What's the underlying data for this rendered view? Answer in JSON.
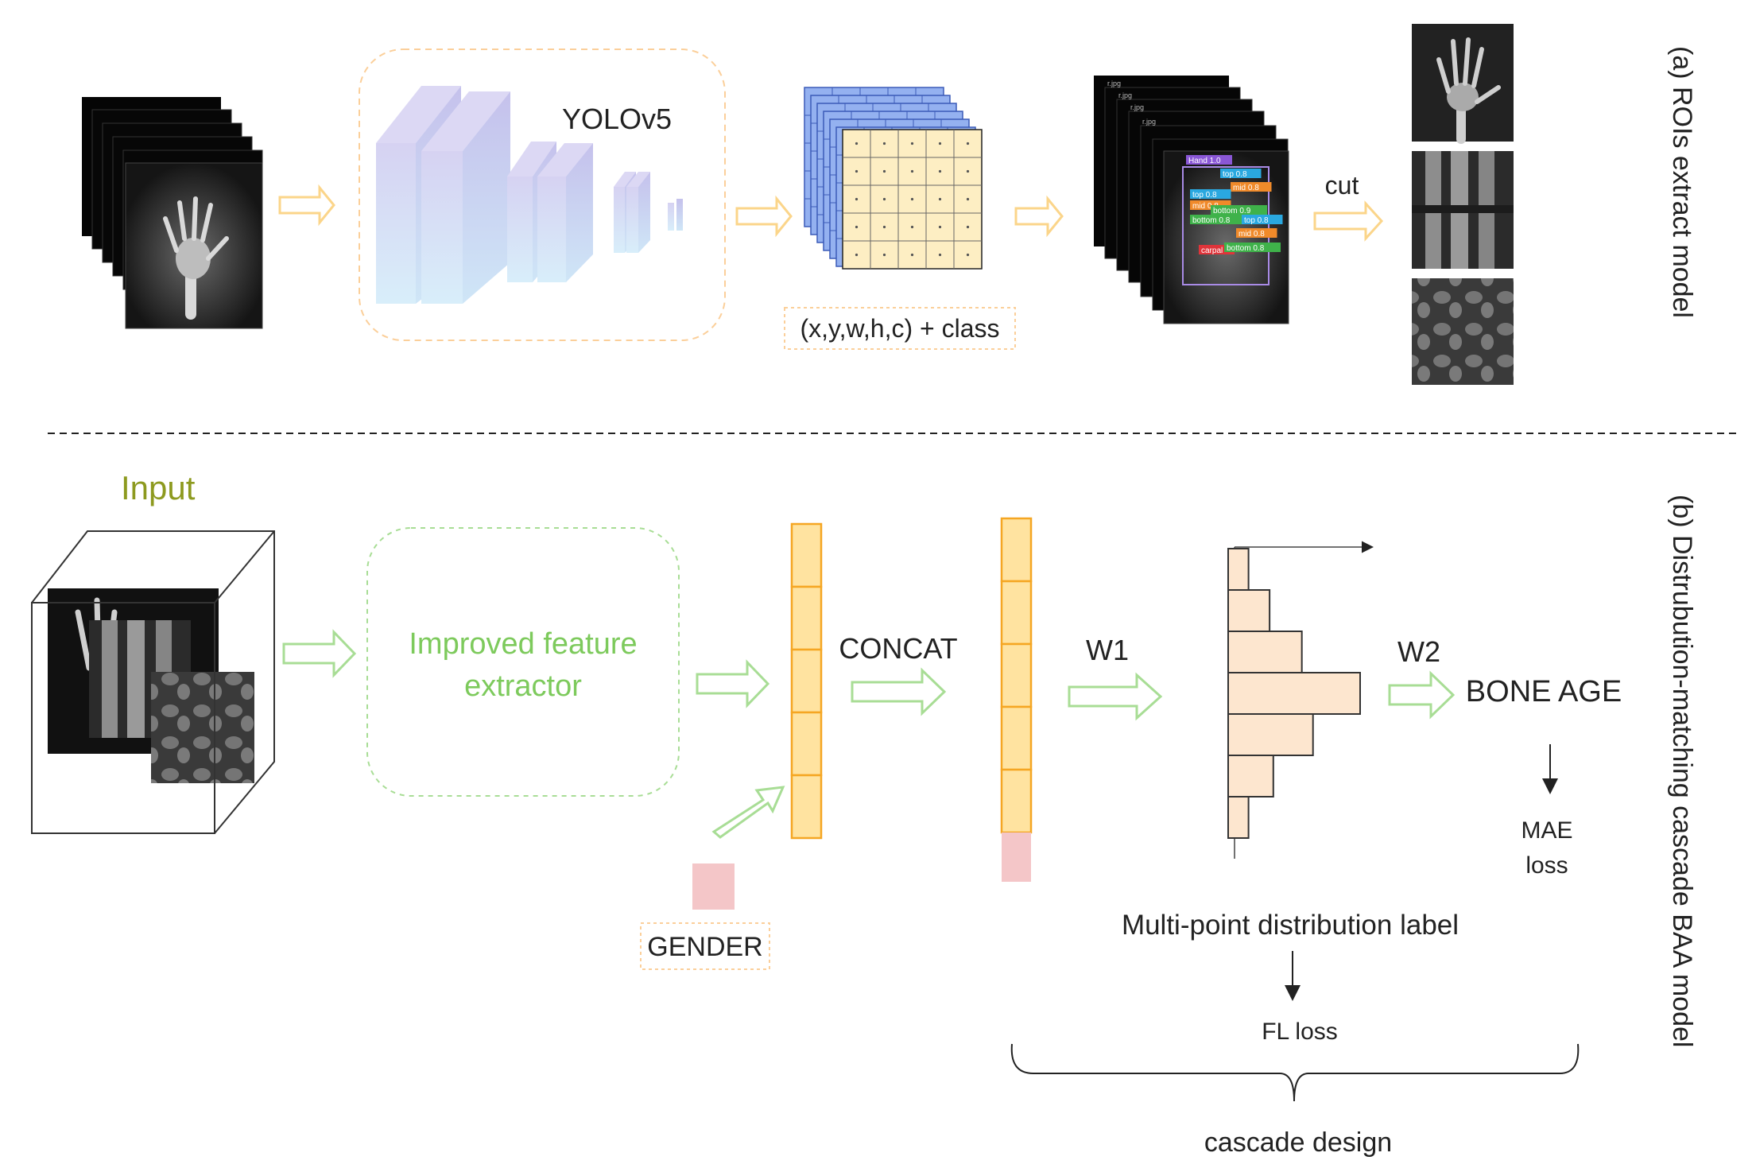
{
  "part_a": {
    "side_label": "(a) ROIs extract model",
    "network_label": "YOLOv5",
    "output_label": "(x,y,w,h,c) + class",
    "cut_label": "cut",
    "file_tags": [
      "r.jpg",
      "r.jpg",
      "r.jpg",
      "r.jpg"
    ],
    "detections": [
      {
        "label": "Hand 1.0",
        "color": "#8a57d6"
      },
      {
        "label": "top 0.8",
        "color": "#2aa8e0"
      },
      {
        "label": "mid 0.8",
        "color": "#f08a2a"
      },
      {
        "label": "top 0.8",
        "color": "#2aa8e0"
      },
      {
        "label": "mid 0.8",
        "color": "#f08a2a"
      },
      {
        "label": "bottom 0.9",
        "color": "#3fb24a"
      },
      {
        "label": "bottom 0.8",
        "color": "#3fb24a"
      },
      {
        "label": "top 0.8",
        "color": "#2aa8e0"
      },
      {
        "label": "mid 0.8",
        "color": "#f08a2a"
      },
      {
        "label": "carpal",
        "color": "#e0343a"
      },
      {
        "label": "bottom 0.8",
        "color": "#3fb24a"
      }
    ]
  },
  "part_b": {
    "side_label": "(b) Distrubution-matching cascade BAA model",
    "input_label": "Input",
    "extractor_label_line1": "Improved feature",
    "extractor_label_line2": "extractor",
    "concat_label": "CONCAT",
    "gender_label": "GENDER",
    "w1_label": "W1",
    "w2_label": "W2",
    "output_label": "BONE AGE",
    "mae_label_line1": "MAE",
    "mae_label_line2": "loss",
    "distribution_label": "Multi-point distribution label",
    "fl_loss_label": "FL loss",
    "cascade_label": "cascade design",
    "histogram_bins": [
      0.1,
      0.27,
      0.53,
      1.0,
      0.62,
      0.3,
      0.1
    ]
  },
  "colors": {
    "green_accent": "#7dca5c",
    "input_olive": "#8d9a1f",
    "feature_orange": "#f5a623",
    "feature_fill": "#ffe3a0",
    "gender_pink": "#f4c6c8",
    "arrow_yellow": "#fbd58a",
    "arrow_green": "#a8dd95",
    "grid_blue": "#94b1f0",
    "grid_cream": "#fdeec3"
  }
}
